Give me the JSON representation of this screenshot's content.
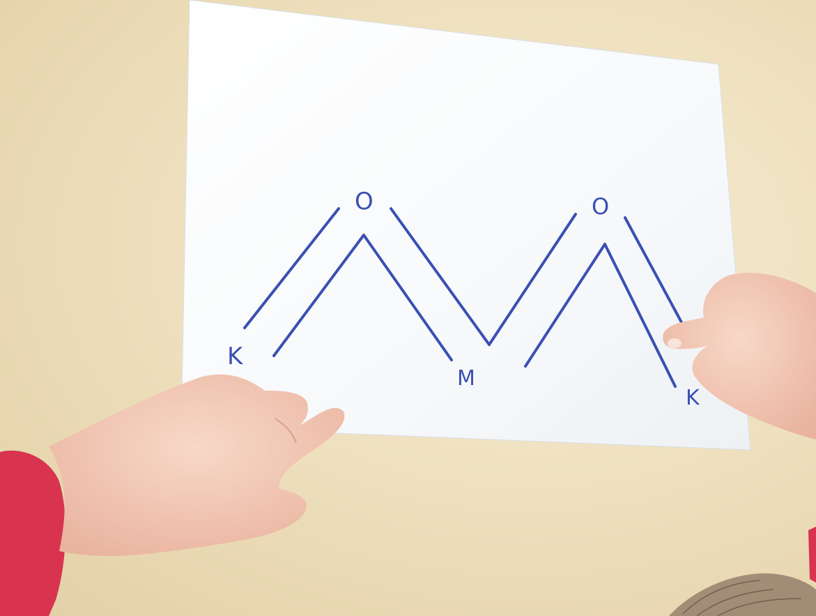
{
  "labels": {
    "k_left": "K",
    "o_left": "O",
    "m_middle": "M",
    "o_right": "O",
    "k_right": "K"
  },
  "colors": {
    "marker_ink": "#3b4fb3",
    "paper": "#fbfcfd",
    "table": "#efe1bf",
    "skin": "#f3c9b6",
    "sleeve": "#d8344f"
  }
}
